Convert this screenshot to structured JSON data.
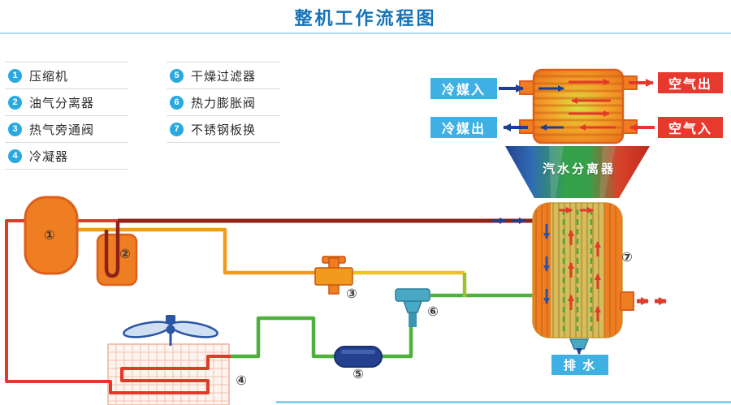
{
  "title": "整机工作流程图",
  "legend": {
    "column1": [
      {
        "num": "1",
        "label": "压缩机"
      },
      {
        "num": "2",
        "label": "油气分离器"
      },
      {
        "num": "3",
        "label": "热气旁通阀"
      },
      {
        "num": "4",
        "label": "冷凝器"
      }
    ],
    "column2": [
      {
        "num": "5",
        "label": "干燥过滤器"
      },
      {
        "num": "6",
        "label": "热力膨胀阀"
      },
      {
        "num": "7",
        "label": "不锈钢板换"
      }
    ]
  },
  "flow_labels": {
    "refrigerant_in": "冷媒入",
    "refrigerant_out": "冷媒出",
    "air_out": "空气出",
    "air_in": "空气入",
    "water_separator": "汽水分离器",
    "drain": "排 水"
  },
  "markers": {
    "compressor": "①",
    "oil_separator": "②",
    "bypass_valve": "③",
    "condenser": "④",
    "filter": "⑤",
    "expansion_valve": "⑥",
    "plate_exchanger": "⑦"
  },
  "colors": {
    "title_blue": "#1673b8",
    "accent_line": "#aedcf2",
    "legend_circle": "#2aa9e1",
    "label_blue": "#3fb0e4",
    "label_red": "#e8392e",
    "pipe_hot_maroon": "#8e2217",
    "pipe_red": "#e23a2a",
    "pipe_orange": "#f29a1d",
    "pipe_yellow": "#ecc51c",
    "pipe_green": "#4eb13c",
    "equipment_orange": "#ef7d22",
    "filter_navy": "#23418f",
    "valve_teal": "#49a8c4",
    "fan_blue": "#2b55a5",
    "vessel_tan": "#d4bd5c"
  }
}
